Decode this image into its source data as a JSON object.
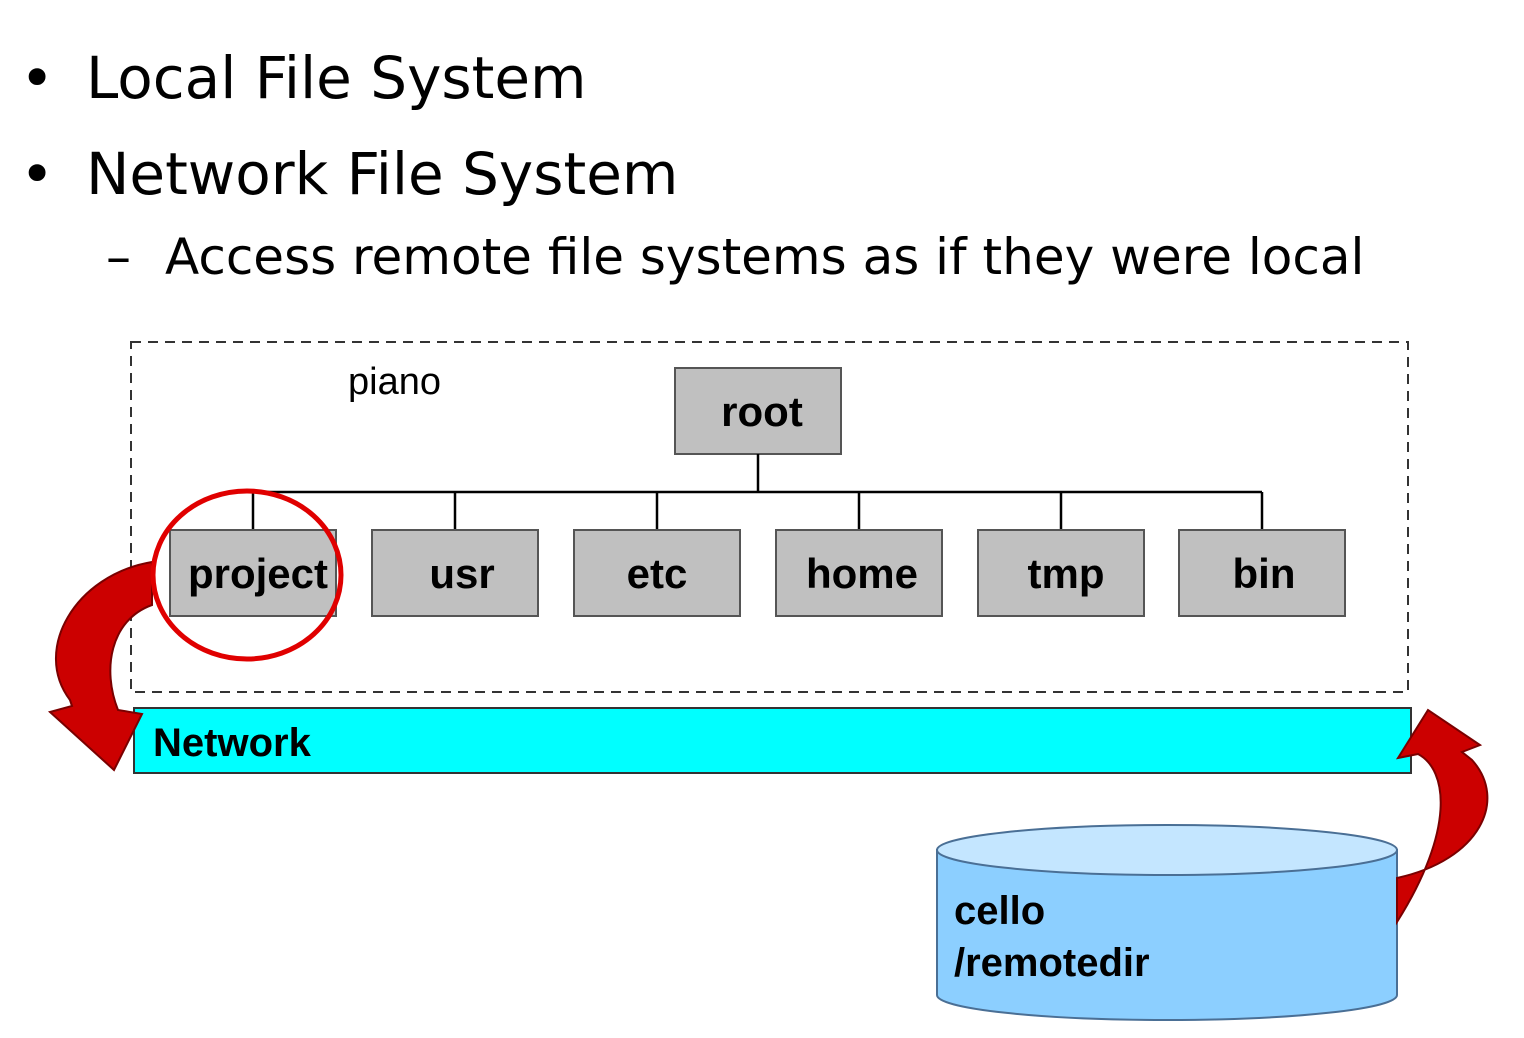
{
  "bullets": [
    {
      "marker": "•",
      "text": "Local File System"
    },
    {
      "marker": "•",
      "text": "Network File System"
    }
  ],
  "sub_bullets": [
    {
      "marker": "–",
      "text": "Access remote file systems as if they were local"
    }
  ],
  "diagram": {
    "host_label": "piano",
    "root_label": "root",
    "directories": [
      "project",
      "usr",
      "etc",
      "home",
      "tmp",
      "bin"
    ],
    "highlighted_directory": "project",
    "network_label": "Network",
    "remote_host": "cello",
    "remote_dir": "/remotedir",
    "colors": {
      "dir_fill": "#c0c0c0",
      "network_fill": "#00ffff",
      "disk_fill": "#8ccfff",
      "disk_top": "#c4e6ff",
      "highlight_ring": "#e00000",
      "arrow": "#cc0000"
    }
  }
}
